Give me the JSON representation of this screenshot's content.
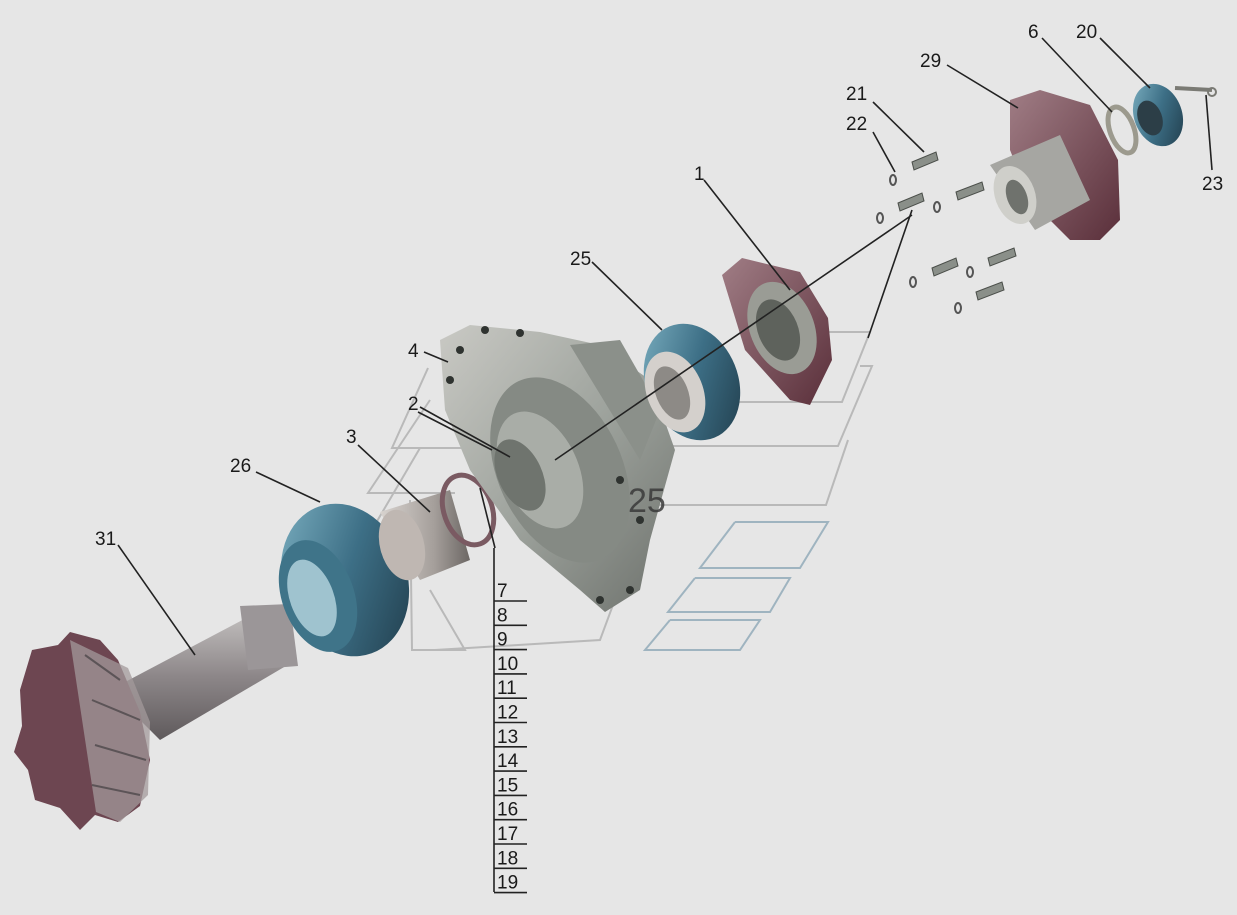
{
  "callouts": {
    "c1": "1",
    "c2": "2",
    "c3": "3",
    "c4": "4",
    "c6": "6",
    "c20": "20",
    "c21": "21",
    "c22": "22",
    "c23": "23",
    "c25": "25",
    "c26": "26",
    "c29": "29",
    "c31": "31"
  },
  "shim_pack_labels": [
    "7",
    "8",
    "9",
    "10",
    "11",
    "12",
    "13",
    "14",
    "15",
    "16",
    "17",
    "18",
    "19"
  ],
  "overlay_number": "25"
}
